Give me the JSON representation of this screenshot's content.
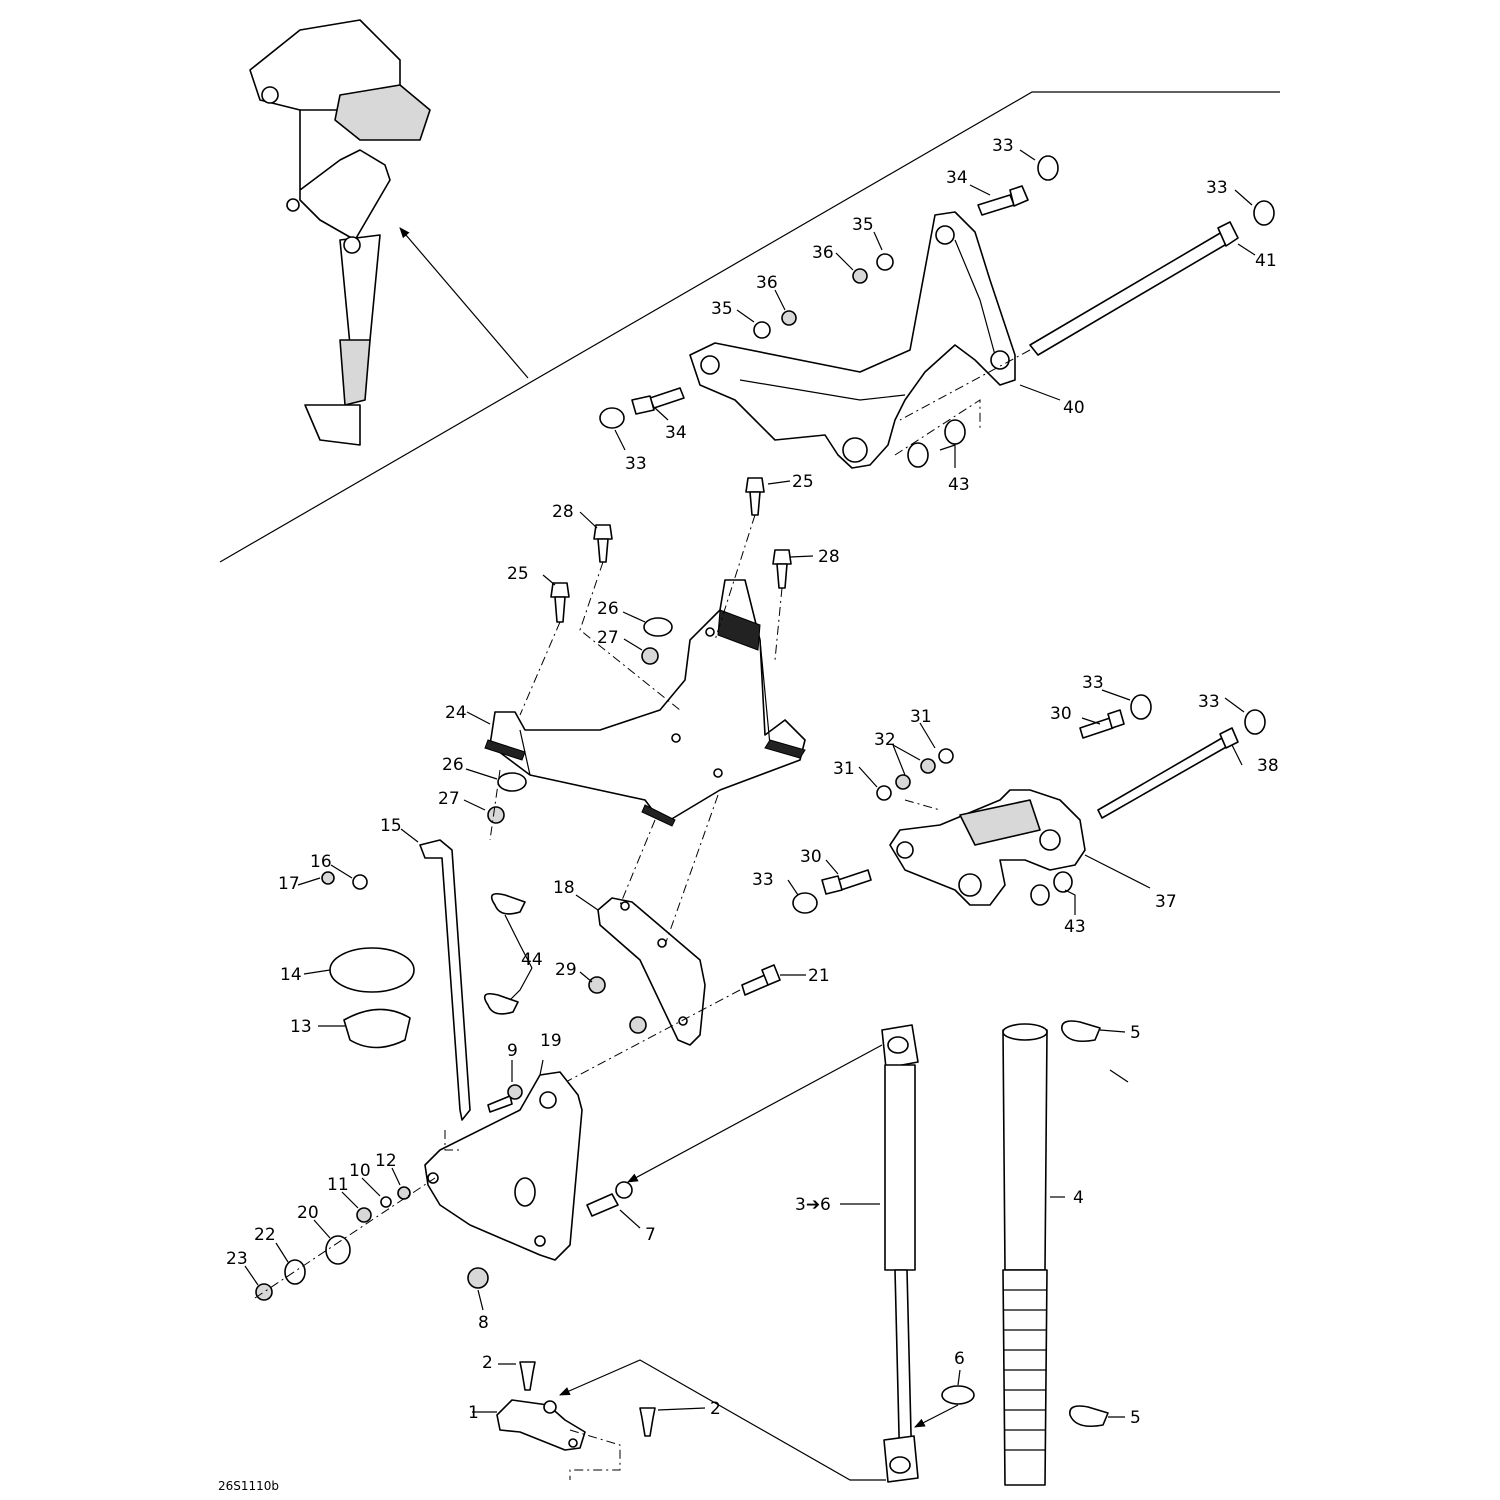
{
  "drawing_code": "26S1110b",
  "labels": [
    "1",
    "2",
    "2",
    "3➔6",
    "4",
    "5",
    "5",
    "6",
    "7",
    "8",
    "9",
    "10",
    "11",
    "12",
    "13",
    "14",
    "15",
    "16",
    "17",
    "18",
    "19",
    "20",
    "21",
    "22",
    "23",
    "24",
    "25",
    "25",
    "26",
    "26",
    "27",
    "27",
    "28",
    "28",
    "29",
    "30",
    "30",
    "31",
    "31",
    "32",
    "33",
    "33",
    "33",
    "33",
    "33",
    "33",
    "34",
    "34",
    "35",
    "35",
    "36",
    "36",
    "37",
    "38",
    "40",
    "41",
    "43",
    "43",
    "44"
  ],
  "colors": {
    "line": "#000000",
    "background": "#ffffff",
    "fill": "#d8d8d8"
  }
}
